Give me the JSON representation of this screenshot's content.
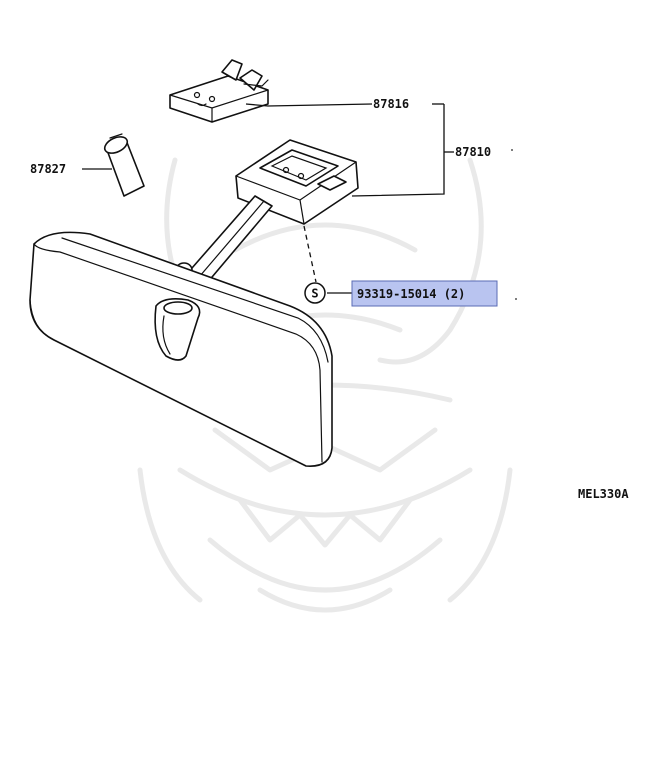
{
  "callouts": {
    "p87816": "87816",
    "p87810": "87810",
    "p87827": "87827",
    "screw_symbol": "S",
    "highlighted_part": "93319-15014 (2)"
  },
  "diagram_code": "MEL330A",
  "colors": {
    "highlight_fill": "#b9c4f0",
    "highlight_border": "#5a6bb5",
    "watermark": "#e9e9e9",
    "line": "#111111"
  }
}
